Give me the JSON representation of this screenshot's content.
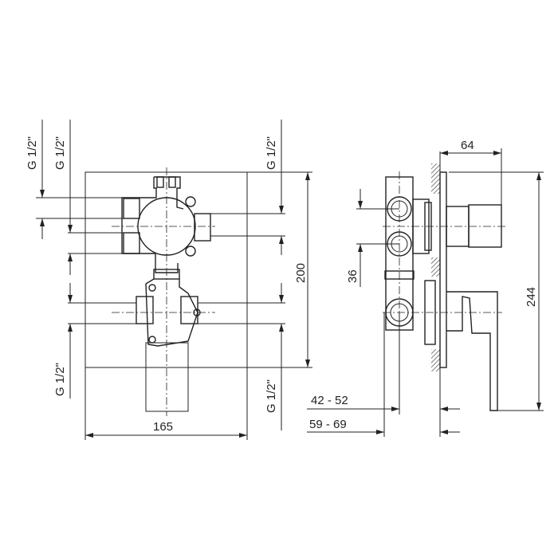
{
  "drawing": {
    "thread_label": "G 1/2\"",
    "front_view": {
      "width": "165",
      "height": "200",
      "thread_labels": [
        "G 1/2\"",
        "G 1/2\"",
        "G 1/2\"",
        "G 1/2\"",
        "G 1/2\""
      ]
    },
    "side_view": {
      "handle_depth": "64",
      "total_height": "244",
      "port_spacing": "36",
      "depth_range_1": "42 - 52",
      "depth_range_2": "59 - 69"
    }
  }
}
